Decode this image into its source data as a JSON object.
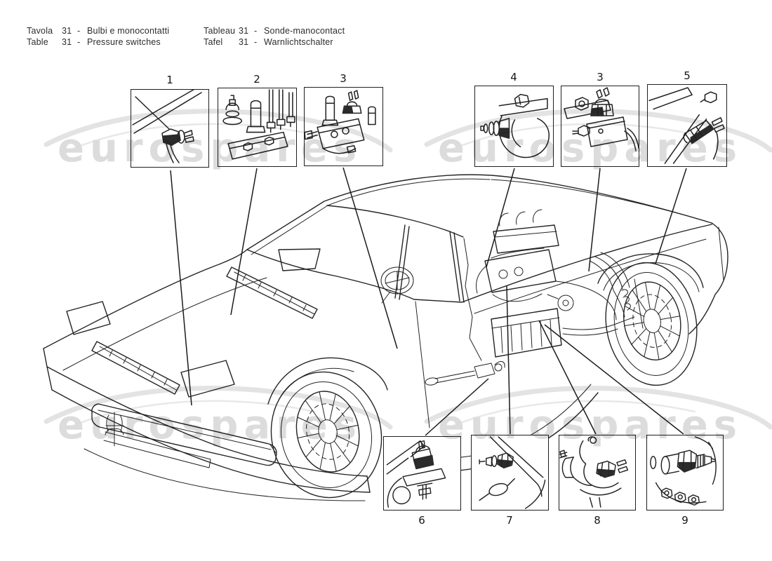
{
  "header": {
    "rows": [
      {
        "label": "Tavola",
        "num": "31",
        "sep": "-",
        "title": "Bulbi e monocontatti"
      },
      {
        "label": "Table",
        "num": "31",
        "sep": "-",
        "title": "Pressure switches"
      },
      {
        "label": "Tableau",
        "num": "31",
        "sep": "-",
        "title": "Sonde-manocontact"
      },
      {
        "label": "Tafel",
        "num": "31",
        "sep": "-",
        "title": "Warnlichtschalter"
      }
    ]
  },
  "watermark": {
    "text": "eurospares",
    "color": "#dcdcdc"
  },
  "colors": {
    "ink": "#242424",
    "background": "#ffffff",
    "watermark": "#dcdcdc",
    "swoosh": "#e3e3e3"
  },
  "callouts": [
    {
      "number": "1"
    },
    {
      "number": "2"
    },
    {
      "number": "3"
    },
    {
      "number": "4"
    },
    {
      "number": "3"
    },
    {
      "number": "5"
    },
    {
      "number": "6"
    },
    {
      "number": "7"
    },
    {
      "number": "8"
    },
    {
      "number": "9"
    }
  ]
}
